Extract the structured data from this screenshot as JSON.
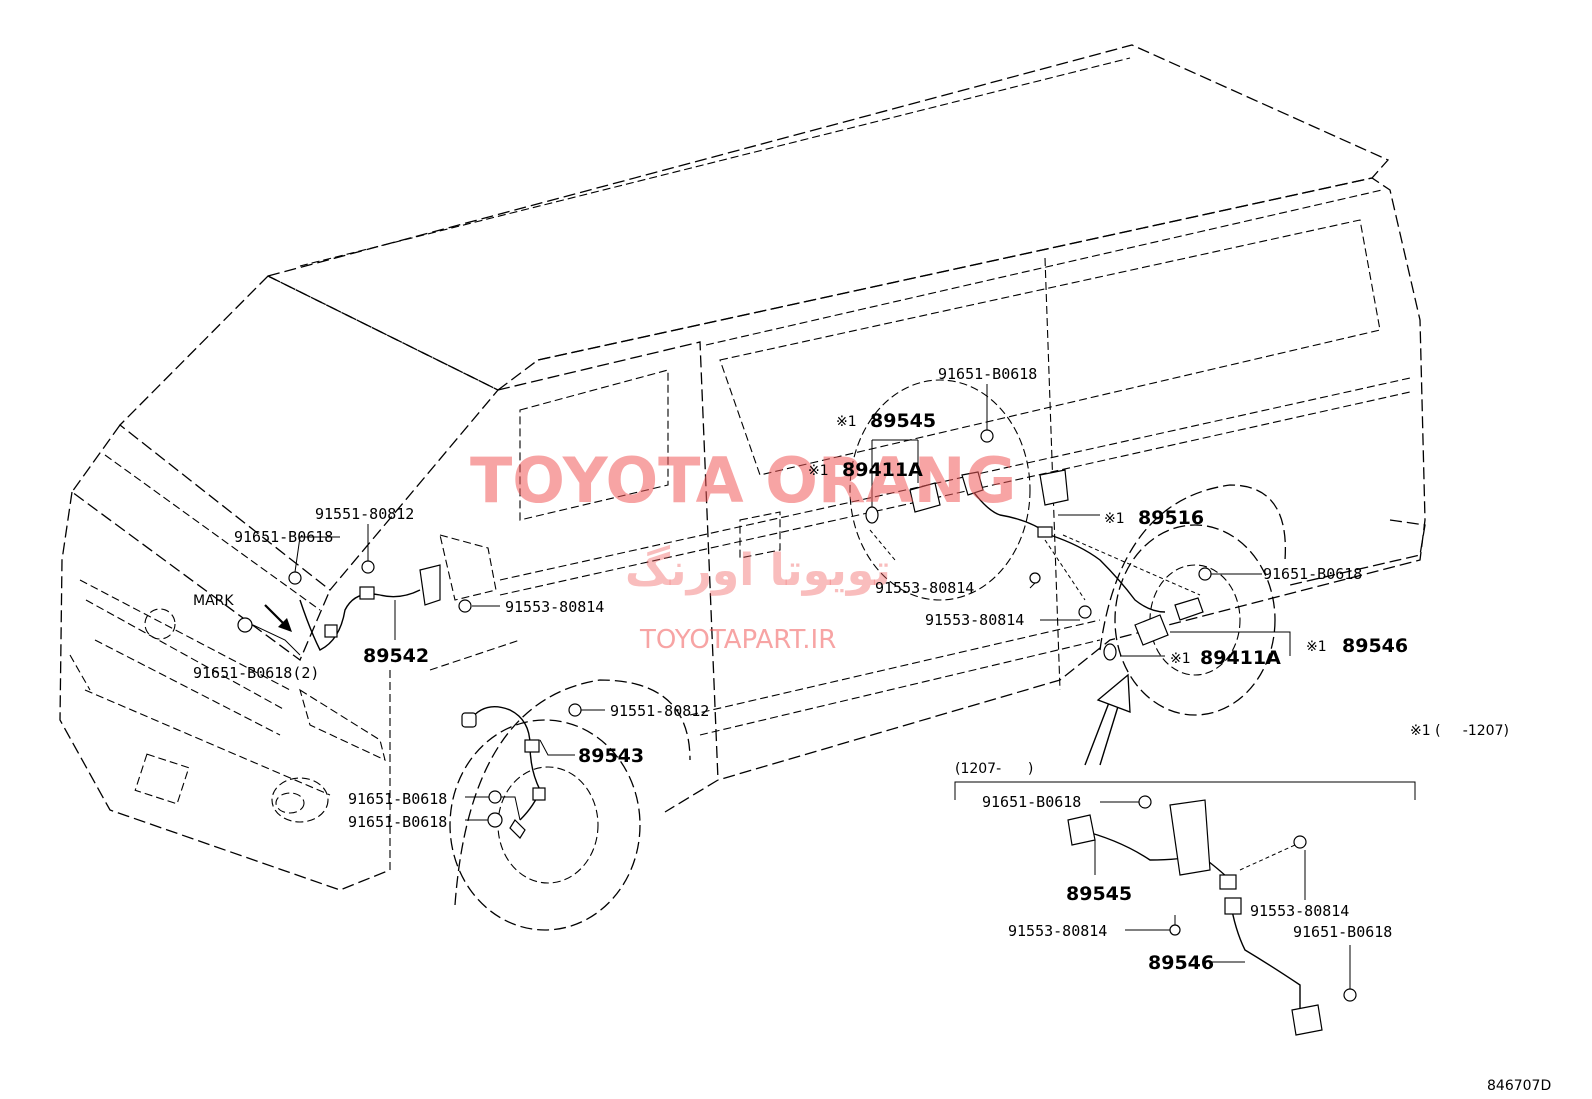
{
  "parts": {
    "front_left_sensor": "89542",
    "front_right_sensor": "89543",
    "rear_sensor_lh": "89545",
    "rear_sensor_rh": "89546",
    "rear_rotor": "89411A",
    "rear_harness": "89516",
    "rear_rotor_2": "89411A",
    "inset_lh_sensor": "89545",
    "inset_rh_sensor": "89546"
  },
  "fasteners": {
    "bolt_91651_a": "91651-B0618",
    "bolt_91551_a": "91551-80812",
    "bolt_91553_a": "91553-80814",
    "bolt_91651_x2": "91651-B0618(2)",
    "bolt_91551_b": "91551-80812",
    "bolt_91651_b": "91651-B0618",
    "bolt_91651_c": "91651-B0618",
    "bolt_91651_d": "91651-B0618",
    "bolt_91553_b": "91553-80814",
    "bolt_91553_c": "91553-80814",
    "bolt_91651_e": "91651-B0618",
    "inset_91651_a": "91651-B0618",
    "inset_91553_a": "91553-80814",
    "inset_91651_b": "91651-B0618",
    "inset_91553_b": "91553-80814"
  },
  "notes": {
    "mark": "MARK",
    "ref1": "※1",
    "ref2": "※1",
    "ref3": "※1",
    "ref4": "※1",
    "ref5": "※1",
    "footnote": "※1 (     -1207)",
    "inset_range": "(1207-      )",
    "diagram_code": "846707D"
  },
  "watermark": {
    "brand": "TOYOTA ORANG",
    "persian": "تویوتا اورنگ",
    "url": "TOYOTAPART.IR"
  },
  "colors": {
    "watermark": "#f05a5a",
    "line": "#000000"
  }
}
